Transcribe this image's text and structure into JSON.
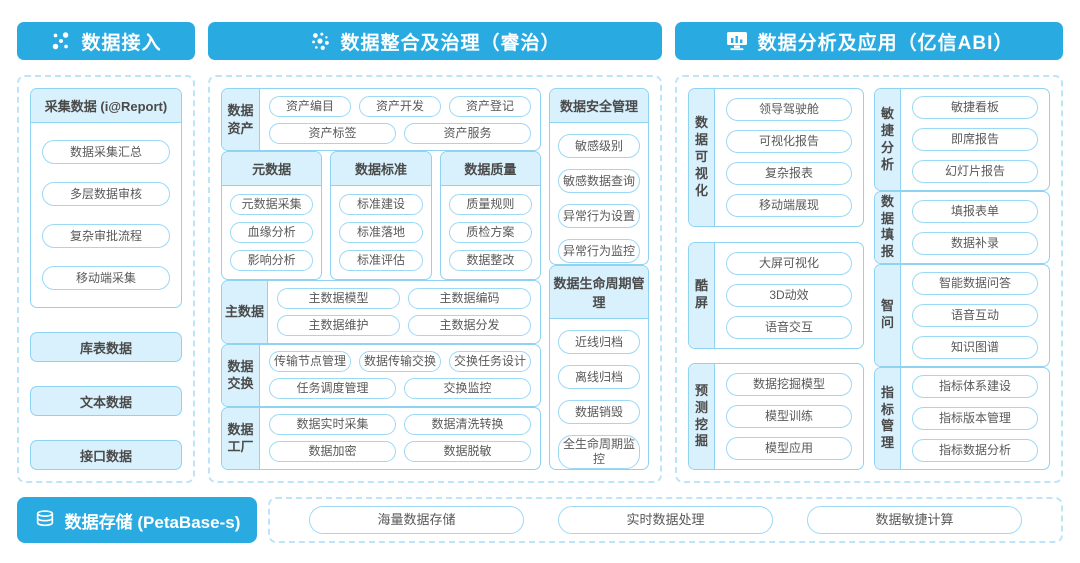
{
  "colors": {
    "accent_blue": "#29ABE2",
    "light_blue_fill": "#D9F1FC",
    "box_border": "#8FD3F2",
    "pill_border": "#9BD9F5",
    "dashed_border": "#BCE5F9",
    "text_dark": "#4A4A4A"
  },
  "headers": {
    "left": {
      "label": "数据接入"
    },
    "middle": {
      "label": "数据整合及治理（睿治）"
    },
    "right": {
      "label": "数据分析及应用（亿信ABI）"
    }
  },
  "left_panel": {
    "collect_group": {
      "title": "采集数据 (i@Report)",
      "items": [
        "数据采集汇总",
        "多层数据审核",
        "复杂审批流程",
        "移动端采集"
      ]
    },
    "source_items": [
      "库表数据",
      "文本数据",
      "接口数据"
    ]
  },
  "middle_panel": {
    "data_asset": {
      "label": "数据资产",
      "rows": [
        [
          "资产编目",
          "资产开发",
          "资产登记"
        ],
        [
          "资产标签",
          "资产服务"
        ]
      ]
    },
    "triple_groups": [
      {
        "title": "元数据",
        "items": [
          "元数据采集",
          "血缘分析",
          "影响分析"
        ]
      },
      {
        "title": "数据标准",
        "items": [
          "标准建设",
          "标准落地",
          "标准评估"
        ]
      },
      {
        "title": "数据质量",
        "items": [
          "质量规则",
          "质检方案",
          "数据整改"
        ]
      }
    ],
    "master_data": {
      "label": "主数据",
      "rows": [
        [
          "主数据模型",
          "主数据编码"
        ],
        [
          "主数据维护",
          "主数据分发"
        ]
      ]
    },
    "data_exchange": {
      "label": "数据交换",
      "rows": [
        [
          "传输节点管理",
          "数据传输交换",
          "交换任务设计"
        ],
        [
          "任务调度管理",
          "交换监控"
        ]
      ]
    },
    "data_factory": {
      "label": "数据工厂",
      "rows": [
        [
          "数据实时采集",
          "数据清洗转换"
        ],
        [
          "数据加密",
          "数据脱敏"
        ]
      ]
    },
    "security": {
      "title": "数据安全管理",
      "items": [
        "敏感级别",
        "敏感数据查询",
        "异常行为设置",
        "异常行为监控"
      ]
    },
    "lifecycle": {
      "title": "数据生命周期管理",
      "items": [
        "近线归档",
        "离线归档",
        "数据销毁",
        "全生命周期监控"
      ]
    }
  },
  "right_panel": {
    "left_col": [
      {
        "label": "数据可视化",
        "items": [
          "领导驾驶舱",
          "可视化报告",
          "复杂报表",
          "移动端展现"
        ]
      },
      {
        "label": "酷屏",
        "items": [
          "大屏可视化",
          "3D动效",
          "语音交互"
        ]
      },
      {
        "label": "预测挖掘",
        "items": [
          "数据挖掘模型",
          "模型训练",
          "模型应用"
        ]
      }
    ],
    "right_col": [
      {
        "label": "敏捷分析",
        "items": [
          "敏捷看板",
          "即席报告",
          "幻灯片报告"
        ]
      },
      {
        "label": "数据填报",
        "items": [
          "填报表单",
          "数据补录"
        ]
      },
      {
        "label": "智问",
        "items": [
          "智能数据问答",
          "语音互动",
          "知识图谱"
        ]
      },
      {
        "label": "指标管理",
        "items": [
          "指标体系建设",
          "指标版本管理",
          "指标数据分析"
        ]
      }
    ]
  },
  "bottom": {
    "storage_label": "数据存储 (PetaBase-s)",
    "items": [
      "海量数据存储",
      "实时数据处理",
      "数据敏捷计算"
    ]
  }
}
